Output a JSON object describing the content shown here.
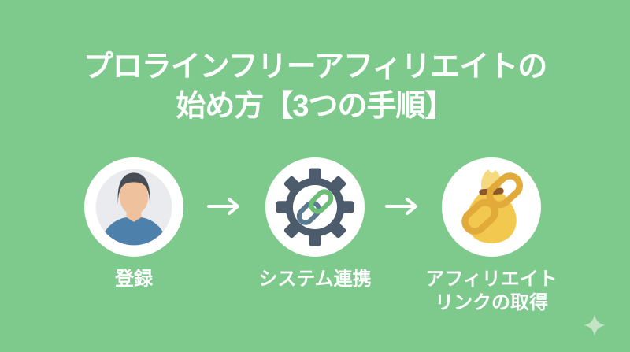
{
  "title": {
    "line1": "プロラインフリーアフィリエイトの",
    "line2": "始め方【3つの手順】"
  },
  "steps": [
    {
      "id": 1,
      "label": "登録",
      "icon": "user-avatar-icon"
    },
    {
      "id": 2,
      "label": "システム連携",
      "icon": "gear-link-icon"
    },
    {
      "id": 3,
      "label": "アフィリエイト\nリンクの取得",
      "icon": "money-bag-link-icon"
    }
  ],
  "arrows": {
    "symbol": "→",
    "count": 2
  },
  "decor": {
    "sparkle": "sparkle-icon"
  },
  "colors": {
    "background": "#7EC98C",
    "title_text": "#FFFFFF",
    "label_text": "#FFFFFF",
    "circle_bg": "#FFFFFF",
    "avatar_bg": "#E9EBEE",
    "avatar_hair": "#474D54",
    "avatar_skin": "#EFC19C",
    "avatar_shirt": "#4E80AC",
    "gear": "#4C5C6C",
    "link_green": "#6CBE77",
    "link_slate": "#5B7A8F",
    "bag_gold": "#F2C84F",
    "bag_gold_light": "#F6DA80",
    "bag_tie": "#8B572A",
    "chain_gold": "#E2A93B",
    "arrow": "#FFFFFF",
    "sparkle": "#CDE9CE"
  }
}
